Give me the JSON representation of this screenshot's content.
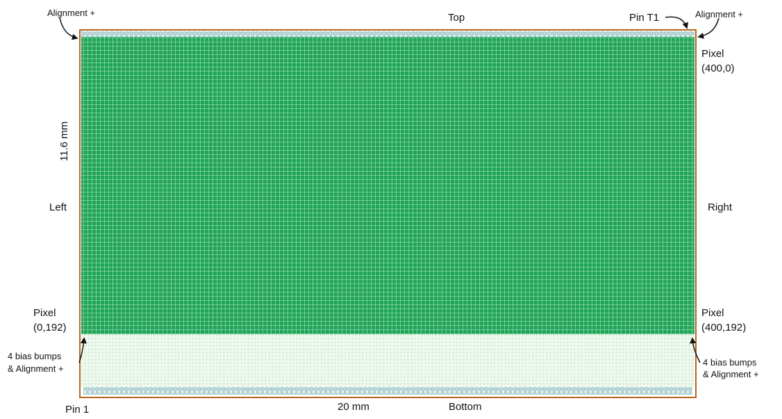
{
  "labels": {
    "top": "Top",
    "bottom": "Bottom",
    "left": "Left",
    "right": "Right",
    "alignment_top_left": "Alignment +",
    "alignment_top_right": "Alignment +",
    "pin_t1": "Pin T1",
    "pixel_400_0_line1": "Pixel",
    "pixel_400_0_line2": "(400,0)",
    "pixel_0_192_line1": "Pixel",
    "pixel_0_192_line2": "(0,192)",
    "pixel_400_192_line1": "Pixel",
    "pixel_400_192_line2": "(400,192)",
    "bias_left_line1": "4 bias bumps",
    "bias_left_line2": "& Alignment +",
    "bias_right_line1": "4 bias bumps",
    "bias_right_line2": "& Alignment +",
    "pin_1": "Pin 1",
    "width_dim": "20 mm",
    "height_dim": "11.6 mm"
  },
  "colors": {
    "chip_border": "#b5651d",
    "pixel_matrix": "#1fa055",
    "pixel_grid": "#7ad39a",
    "periphery": "#e6f5e6",
    "pads": "#9cc6c8"
  }
}
